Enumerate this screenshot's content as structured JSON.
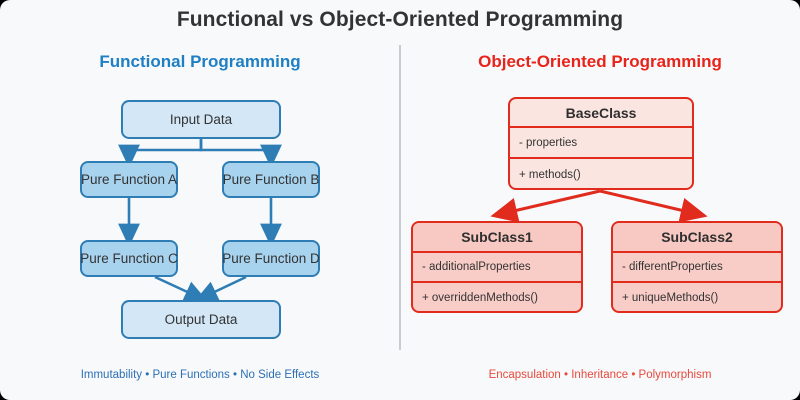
{
  "page": {
    "title": "Functional vs Object-Oriented Programming",
    "background": "#f7f9fb",
    "divider_color": "#c8ccd4"
  },
  "left_panel": {
    "heading": "Functional Programming",
    "accent": "#1f7fc4",
    "footer": "Immutability • Pure Functions • No Side Effects",
    "nodes": [
      {
        "id": "input",
        "label": "Input Data"
      },
      {
        "id": "fn_a",
        "label": "Pure Function A"
      },
      {
        "id": "fn_b",
        "label": "Pure Function B"
      },
      {
        "id": "fn_c",
        "label": "Pure Function C"
      },
      {
        "id": "fn_d",
        "label": "Pure Function D"
      },
      {
        "id": "output",
        "label": "Output Data"
      }
    ],
    "edges": [
      {
        "from": "input",
        "to": "fn_a"
      },
      {
        "from": "input",
        "to": "fn_b"
      },
      {
        "from": "fn_a",
        "to": "fn_c"
      },
      {
        "from": "fn_b",
        "to": "fn_d"
      },
      {
        "from": "fn_c",
        "to": "output"
      },
      {
        "from": "fn_d",
        "to": "output"
      }
    ]
  },
  "right_panel": {
    "heading": "Object-Oriented Programming",
    "accent": "#e8241a",
    "footer": "Encapsulation • Inheritance • Polymorphism",
    "classes": [
      {
        "id": "base",
        "name": "BaseClass",
        "properties": "- properties",
        "methods": "+ methods()"
      },
      {
        "id": "sub1",
        "name": "SubClass1",
        "properties": "- additionalProperties",
        "methods": "+ overriddenMethods()"
      },
      {
        "id": "sub2",
        "name": "SubClass2",
        "properties": "- differentProperties",
        "methods": "+ uniqueMethods()"
      }
    ],
    "relations": [
      {
        "from": "base",
        "to": "sub1",
        "type": "inheritance"
      },
      {
        "from": "base",
        "to": "sub2",
        "type": "inheritance"
      }
    ]
  }
}
